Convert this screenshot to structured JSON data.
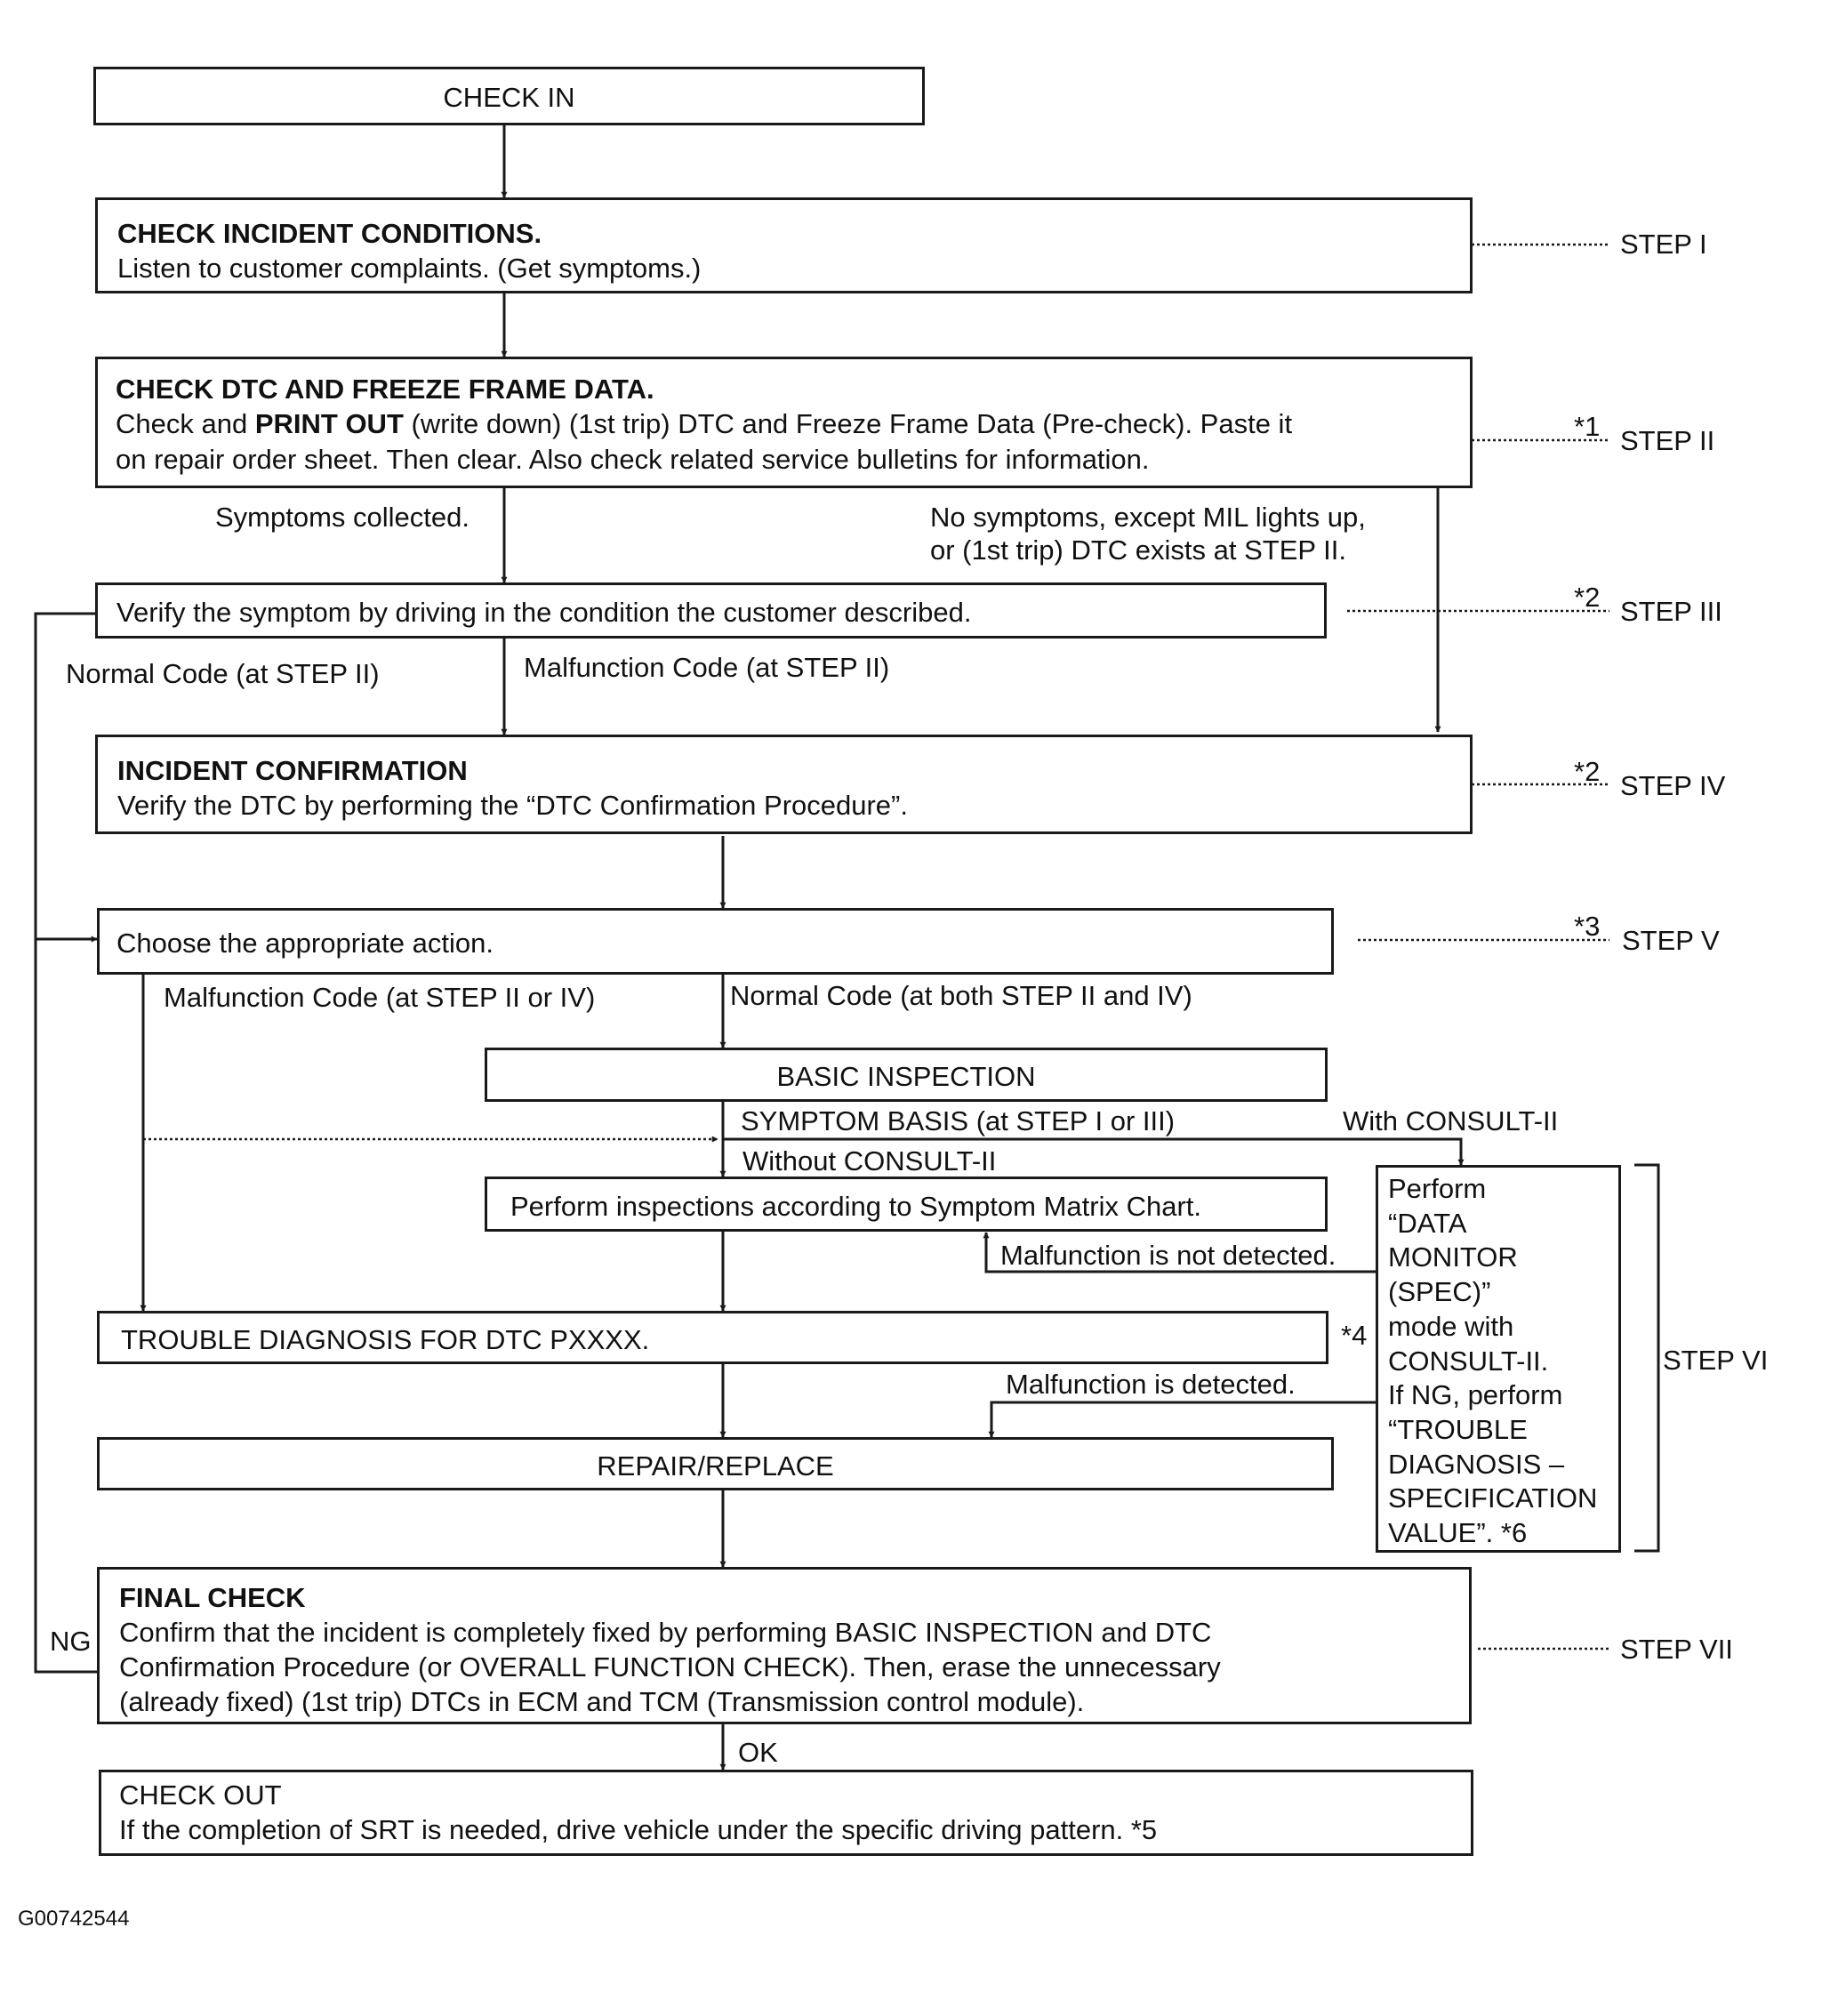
{
  "check_in": "CHECK IN",
  "incident": {
    "title": "CHECK INCIDENT CONDITIONS.",
    "body": "Listen to customer complaints. (Get symptoms.)"
  },
  "dtc": {
    "title": "CHECK DTC AND FREEZE FRAME DATA.",
    "line1_a": "Check and ",
    "line1_b": "PRINT OUT",
    "line1_c": " (write down) (1st trip) DTC and Freeze Frame Data (Pre-check). Paste it",
    "line2": "on repair order sheet. Then clear. Also check related service bulletins for information."
  },
  "symptoms_collected": "Symptoms collected.",
  "no_symptoms_1": "No symptoms, except MIL lights up,",
  "no_symptoms_2": "or (1st trip) DTC exists at STEP II.",
  "verify": "Verify the symptom by driving in the condition the customer described.",
  "normal_code": "Normal Code (at STEP II)",
  "malf_code": "Malfunction Code (at STEP II)",
  "confirmation": {
    "title": "INCIDENT CONFIRMATION",
    "body": "Verify the DTC by performing the “DTC Confirmation Procedure”."
  },
  "choose": "Choose the appropriate action.",
  "malf_code_2": "Malfunction Code (at STEP II or IV)",
  "normal_code_2": "Normal Code (at both STEP II and IV)",
  "basic_inspection": "BASIC INSPECTION",
  "symptom_basis": "SYMPTOM BASIS (at STEP I or III)",
  "with_consult": "With CONSULT-II",
  "without_consult": "Without CONSULT-II",
  "perform_matrix": "Perform inspections according to Symptom Matrix Chart.",
  "not_detected": "Malfunction is not detected.",
  "trouble_diag": "TROUBLE DIAGNOSIS FOR DTC PXXXX.",
  "detected": "Malfunction is detected.",
  "repair": "REPAIR/REPLACE",
  "consult_lines": [
    "Perform",
    "“DATA",
    "MONITOR",
    "(SPEC)”",
    "mode with",
    "CONSULT-II.",
    "If NG, perform",
    "“TROUBLE",
    "DIAGNOSIS –",
    "SPECIFICATION",
    "VALUE”. *6"
  ],
  "final": {
    "title": "FINAL CHECK",
    "line1": "Confirm that the incident is completely fixed by performing BASIC INSPECTION and DTC",
    "line2": "Confirmation Procedure (or OVERALL FUNCTION CHECK). Then, erase the unnecessary",
    "line3": "(already fixed) (1st trip) DTCs in ECM and TCM (Transmission control module)."
  },
  "ng": "NG",
  "ok": "OK",
  "check_out": {
    "title": "CHECK OUT",
    "body": "If the completion of SRT is needed, drive vehicle under the specific driving pattern. *5"
  },
  "steps": {
    "s1": "STEP I",
    "s2": "STEP II",
    "s3": "STEP III",
    "s4": "STEP IV",
    "s5": "STEP V",
    "s6": "STEP VI",
    "s7": "STEP VII"
  },
  "notes": {
    "n1": "*1",
    "n2a": "*2",
    "n2b": "*2",
    "n3": "*3",
    "n4": "*4"
  },
  "figure_id": "G00742544"
}
